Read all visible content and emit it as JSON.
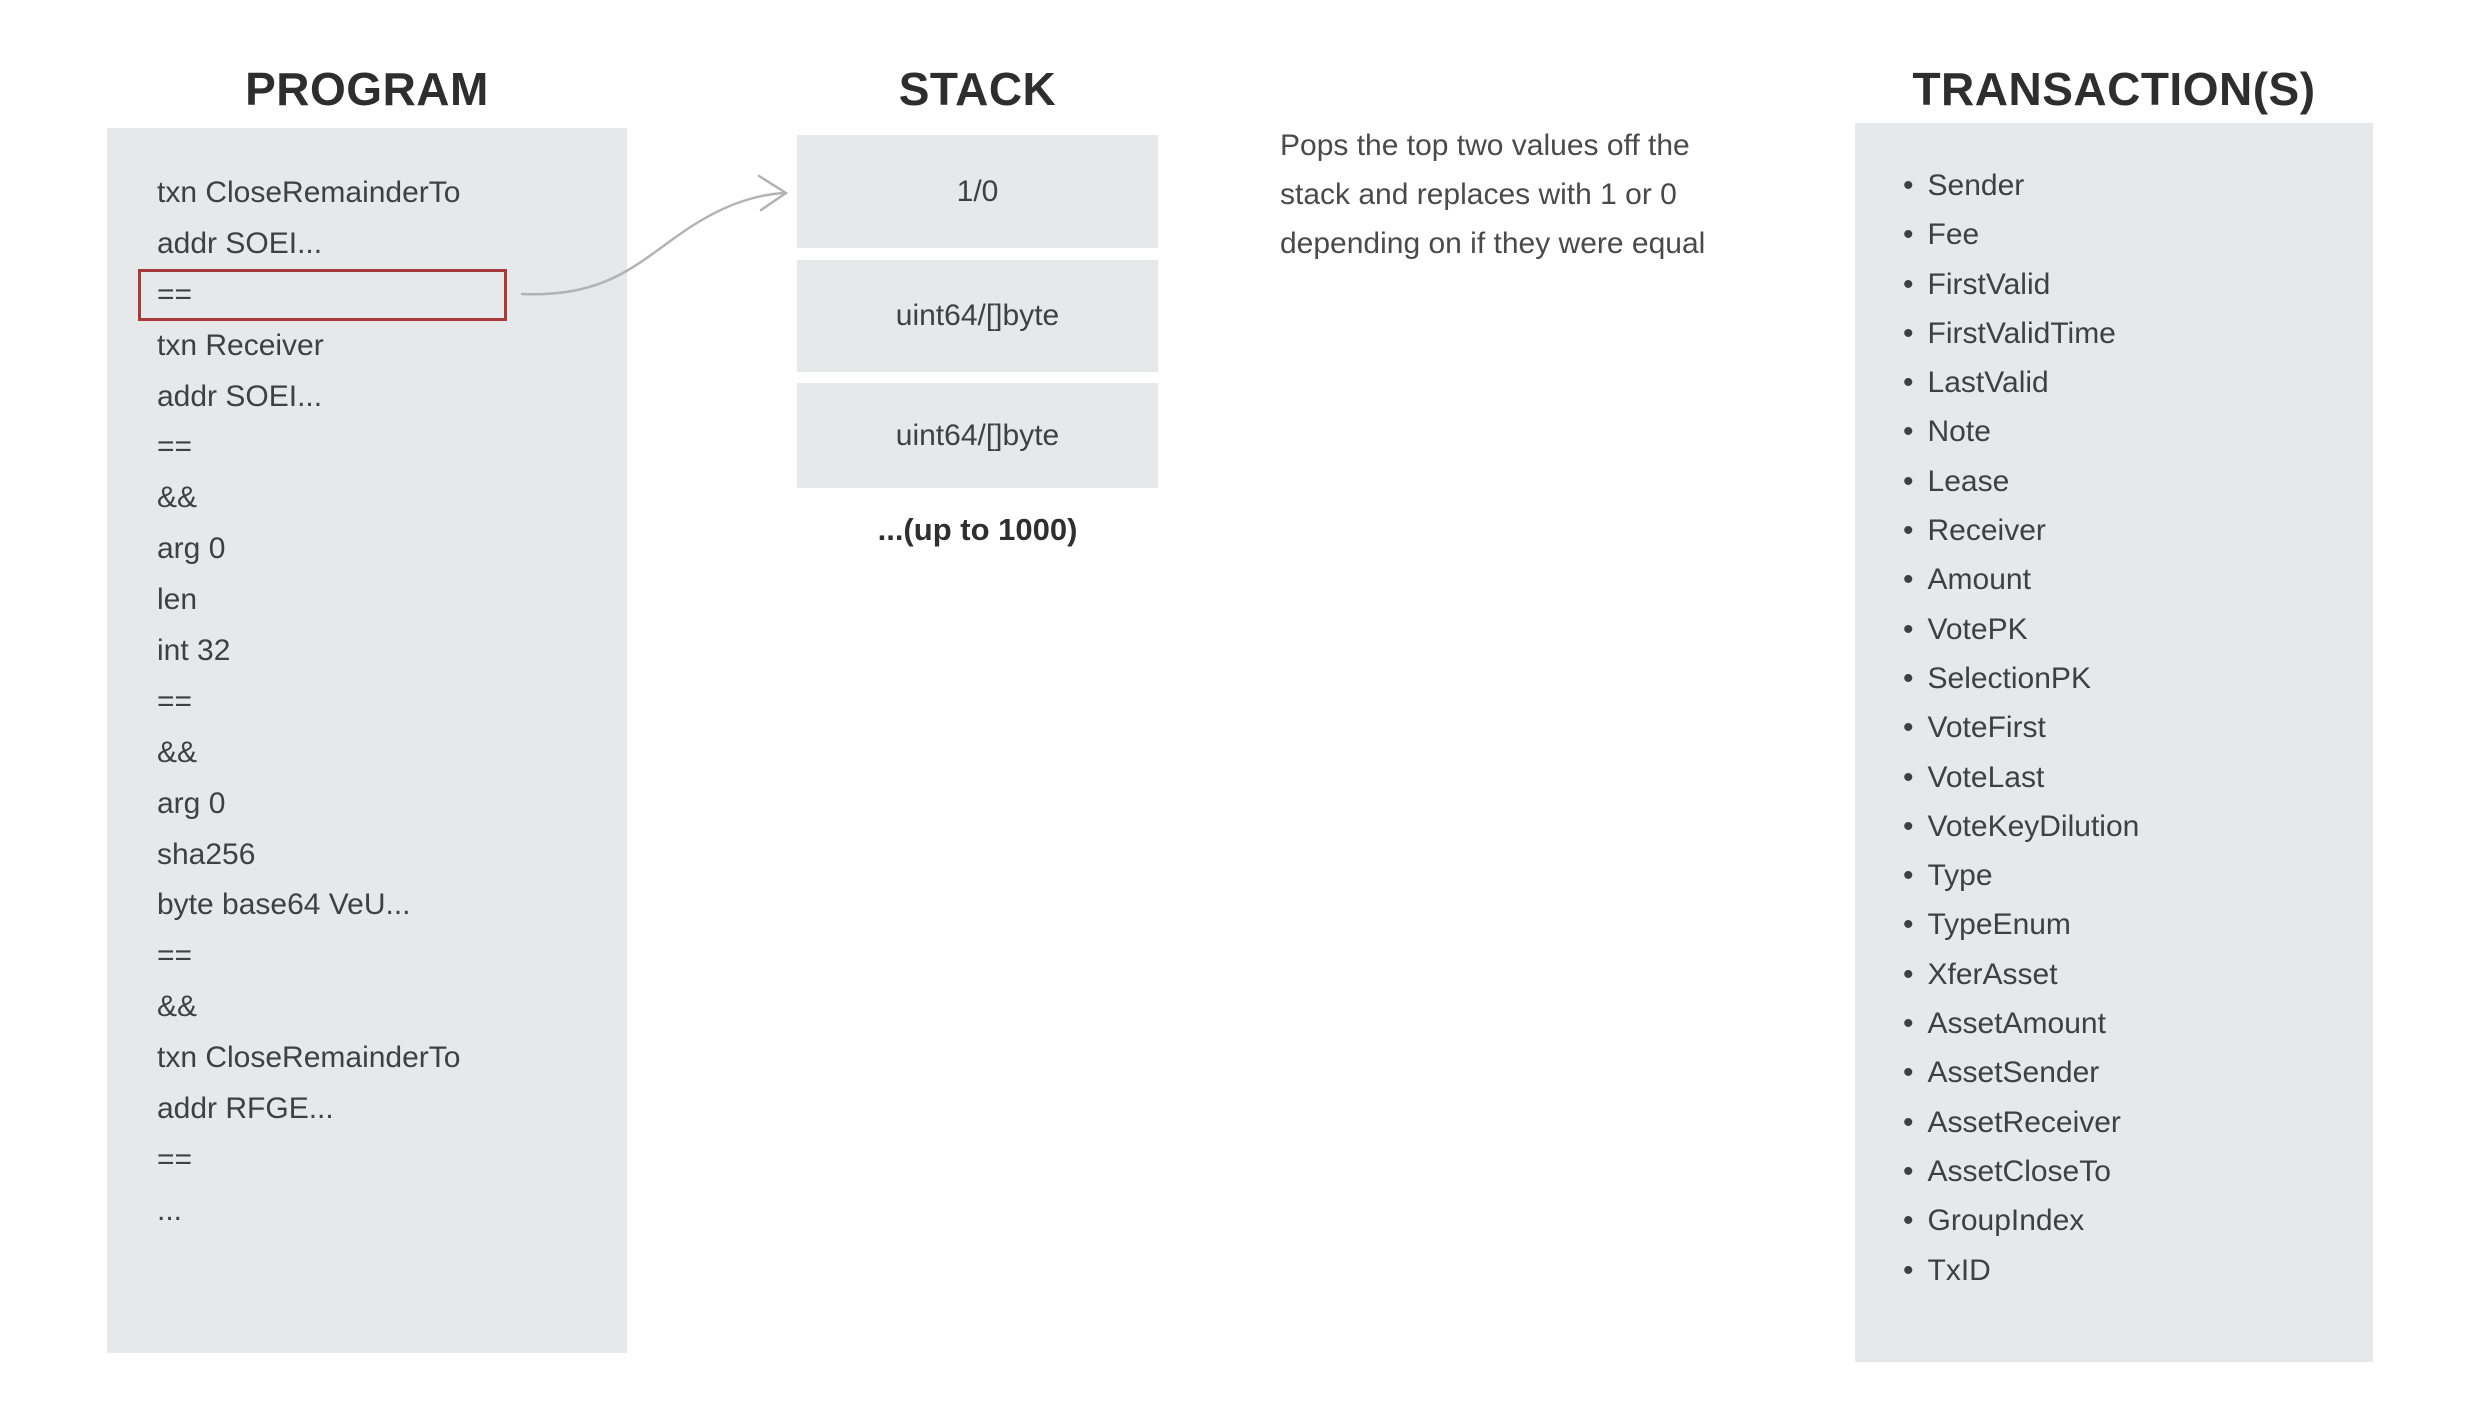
{
  "colors": {
    "box_bg": "#e7e8ea",
    "title": "#2e2e2e",
    "text": "#3e4043",
    "highlight_border": "#a63a3c",
    "arrow": "#b3b3b3"
  },
  "program": {
    "title": "PROGRAM",
    "lines": [
      {
        "text": "txn CloseRemainderTo"
      },
      {
        "text": "addr SOEI..."
      },
      {
        "text": "==",
        "highlight": true
      },
      {
        "text": "txn Receiver"
      },
      {
        "text": "addr SOEI..."
      },
      {
        "text": "=="
      },
      {
        "text": "&&"
      },
      {
        "text": "arg 0"
      },
      {
        "text": "len"
      },
      {
        "text": "int 32"
      },
      {
        "text": "=="
      },
      {
        "text": "&&"
      },
      {
        "text": "arg 0"
      },
      {
        "text": "sha256"
      },
      {
        "text": "byte base64 VeU..."
      },
      {
        "text": "=="
      },
      {
        "text": "&&"
      },
      {
        "text": "txn CloseRemainderTo"
      },
      {
        "text": "addr RFGE..."
      },
      {
        "text": "=="
      },
      {
        "text": "..."
      }
    ]
  },
  "stack": {
    "title": "STACK",
    "boxes": [
      "1/0",
      "uint64/[]byte",
      "uint64/[]byte"
    ],
    "caption": "...(up to 1000)"
  },
  "note": {
    "lines": [
      "Pops the top two values off the",
      "stack and replaces with 1 or 0",
      "depending on if they were equal"
    ]
  },
  "transactions": {
    "title": "TRANSACTION(S)",
    "items": [
      "Sender",
      "Fee",
      "FirstValid",
      "FirstValidTime",
      "LastValid",
      "Note",
      "Lease",
      "Receiver",
      "Amount",
      "VotePK",
      "SelectionPK",
      "VoteFirst",
      "VoteLast",
      "VoteKeyDilution",
      "Type",
      "TypeEnum",
      "XferAsset",
      "AssetAmount",
      "AssetSender",
      "AssetReceiver",
      "AssetCloseTo",
      "GroupIndex",
      "TxID"
    ]
  }
}
